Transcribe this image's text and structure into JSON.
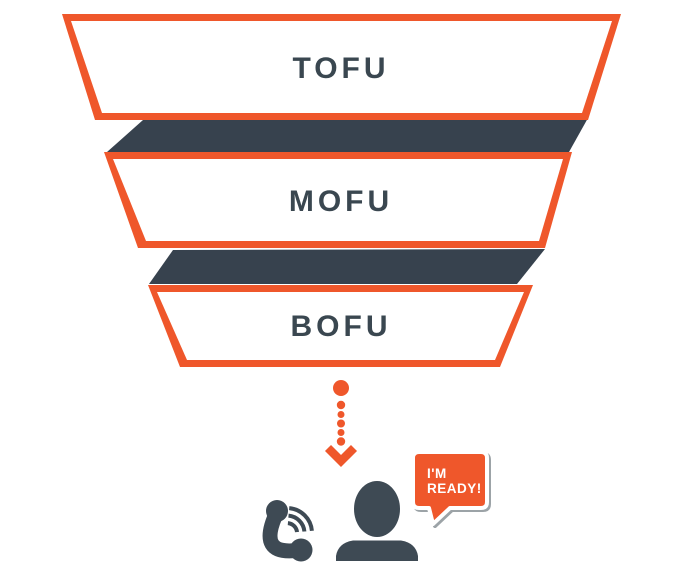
{
  "diagram_type": "marketing-funnel",
  "funnel": {
    "stages": [
      {
        "id": "tofu",
        "label": "TOFU"
      },
      {
        "id": "mofu",
        "label": "MOFU"
      },
      {
        "id": "bofu",
        "label": "BOFU"
      }
    ]
  },
  "speech_bubble": {
    "lines": [
      "I'M",
      "READY!"
    ]
  },
  "icons": [
    {
      "name": "dotted-down-arrow-icon",
      "meaning": "lead flowing out of funnel"
    },
    {
      "name": "phone-call-icon",
      "meaning": "call signal"
    },
    {
      "name": "person-icon",
      "meaning": "ready lead"
    }
  ],
  "colors": {
    "accent_orange": "#EF572B",
    "dark_slate_band": "#37424E",
    "icon_slate": "#3E4A54",
    "label_slate": "#3A4750",
    "background": "#FFFFFF",
    "stage_fill": "#FFFFFF",
    "bubble_text": "#FFFFFF"
  }
}
